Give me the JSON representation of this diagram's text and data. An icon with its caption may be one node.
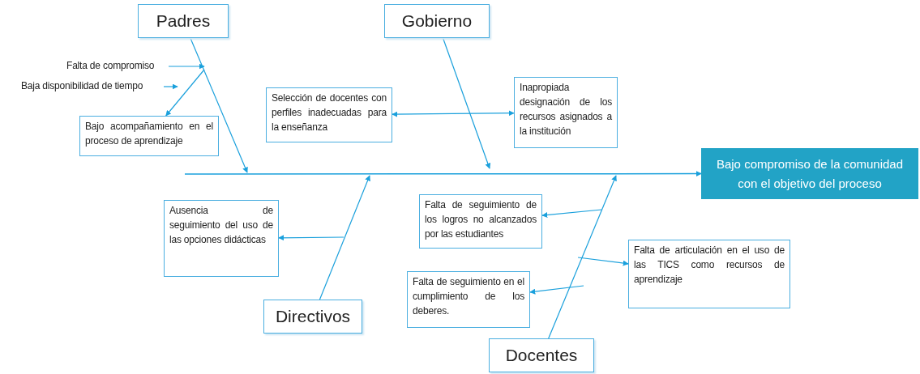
{
  "diagram": {
    "nodes": [
      {
        "text": [
          "Padres"
        ]
      },
      {
        "text": [
          "Gobierno"
        ]
      },
      {
        "text": [
          "Directivos"
        ]
      },
      {
        "text": [
          "Docentes"
        ]
      },
      {
        "text": [
          "Bajo compromiso de la comunidad con el objetivo del proceso"
        ]
      },
      {
        "text": [
          "Falta de compromiso"
        ]
      },
      {
        "text": [
          "Baja disponibilidad de tiempo"
        ]
      },
      {
        "text": [
          "Bajo acompañamiento en el proceso de aprendizaje"
        ]
      },
      {
        "text": [
          "Selección de docentes con perfiles inadecuadas para la enseñanza"
        ]
      },
      {
        "text": [
          "Inapropiada designación de los recursos asignados a la institución"
        ]
      },
      {
        "text": [
          "Ausencia de seguimiento del uso de las opciones didácticas"
        ]
      },
      {
        "text": [
          "Falta de seguimiento de los logros no alcanzados por las estudiantes"
        ]
      },
      {
        "text": [
          "Falta de seguimiento en el cumplimiento de los deberes."
        ]
      },
      {
        "text": [
          "Falta de articulación en el uso de las TICS como recursos de aprendizaje"
        ]
      }
    ],
    "edges": [
      {
        "from": null,
        "to": 4,
        "arrow": "to"
      },
      {
        "from": 0,
        "to": null,
        "arrow": "to"
      },
      {
        "from": 1,
        "to": null,
        "arrow": "to"
      },
      {
        "from": 2,
        "to": null,
        "arrow": "to"
      },
      {
        "from": 3,
        "to": null,
        "arrow": "to"
      },
      {
        "from": 5,
        "to": null,
        "arrow": "to"
      },
      {
        "from": 6,
        "to": null,
        "arrow": "to"
      },
      {
        "from": null,
        "to": 7,
        "arrow": "to"
      },
      {
        "from": 8,
        "to": 9,
        "arrow": "both"
      },
      {
        "from": null,
        "to": 10,
        "arrow": "to"
      },
      {
        "from": null,
        "to": 11,
        "arrow": "to"
      },
      {
        "from": null,
        "to": 12,
        "arrow": "to"
      },
      {
        "from": null,
        "to": 13,
        "arrow": "to"
      }
    ]
  }
}
